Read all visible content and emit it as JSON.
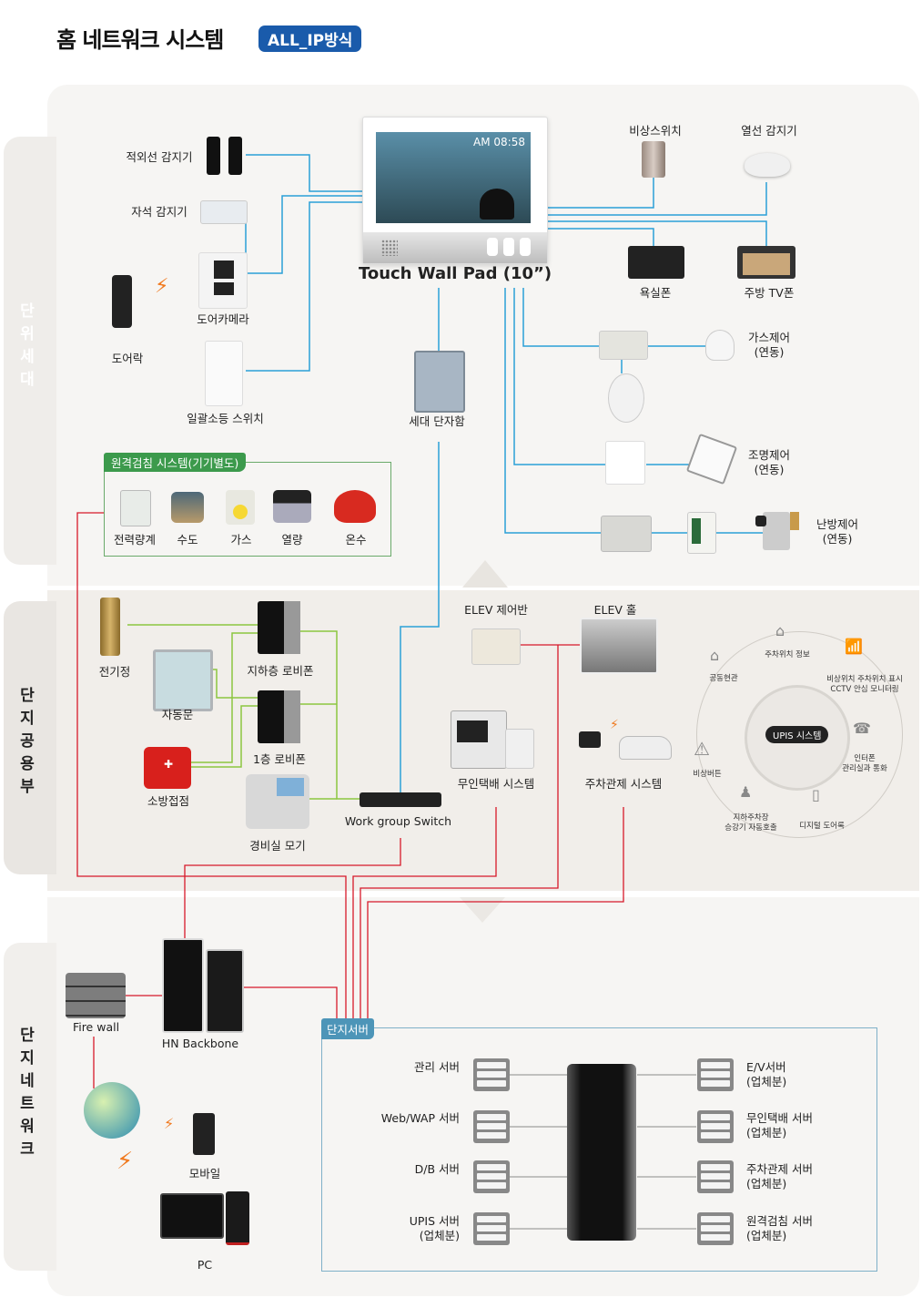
{
  "header": {
    "title": "홈 네트워크 시스템",
    "badge": "ALL_IP방식"
  },
  "sections": {
    "unit": "단위세대",
    "common": "단지공용부",
    "network": "단지네트워크"
  },
  "unit": {
    "wallpad_label": "Touch Wall Pad (10”)",
    "wallpad_clock": "AM 08:58",
    "devices_left": [
      {
        "label": "적외선 감지기"
      },
      {
        "label": "자석 감지기"
      },
      {
        "label": "도어카메라"
      },
      {
        "label": "도어락"
      },
      {
        "label": "일괄소등 스위치"
      }
    ],
    "devices_right": [
      {
        "label": "비상스위치"
      },
      {
        "label": "열선 감지기"
      },
      {
        "label": "욕실폰"
      },
      {
        "label": "주방 TV폰"
      }
    ],
    "controls": [
      {
        "label": "가스제어",
        "sub": "(연동)"
      },
      {
        "label": "조명제어",
        "sub": "(연동)"
      },
      {
        "label": "난방제어",
        "sub": "(연동)"
      }
    ],
    "cabinet_label": "세대 단자함",
    "metering": {
      "title": "원격검침 시스템(기기별도)",
      "items": [
        "전력량계",
        "수도",
        "가스",
        "열량",
        "온수"
      ]
    }
  },
  "common": {
    "left": [
      {
        "label": "전기정"
      },
      {
        "label": "자동문"
      },
      {
        "label": "소방접점"
      },
      {
        "label": "지하층 로비폰"
      },
      {
        "label": "1층 로비폰"
      },
      {
        "label": "경비실 모기"
      },
      {
        "label": "Work group Switch"
      }
    ],
    "center": [
      {
        "label": "ELEV 제어반"
      },
      {
        "label": "ELEV 홀"
      },
      {
        "label": "무인택배 시스템"
      },
      {
        "label": "주차관제 시스템"
      }
    ],
    "upis": {
      "center": "UPIS 시스템",
      "items": [
        "주차위치 정보",
        "비상위치 주차위치 표시\nCCTV 안심 모니터링",
        "인터폰\n관리실과 통화",
        "디지털 도어록",
        "지하주차장\n승강기 자동호출",
        "비상버튼",
        "공동현관"
      ]
    }
  },
  "network": {
    "firewall": "Fire wall",
    "backbone": "HN Backbone",
    "mobile": "모바일",
    "pc": "PC",
    "server_group": "단지서버",
    "servers_left": [
      {
        "label": "관리 서버"
      },
      {
        "label": "Web/WAP 서버"
      },
      {
        "label": "D/B 서버"
      },
      {
        "label": "UPIS 서버\n(업체분)"
      }
    ],
    "servers_right": [
      {
        "label": "E/V서버\n(업체분)"
      },
      {
        "label": "무인택배 서버\n(업체분)"
      },
      {
        "label": "주차관제 서버\n(업체분)"
      },
      {
        "label": "원격검침 서버\n(업체분)"
      }
    ]
  },
  "colors": {
    "badge": "#1a5bab",
    "unit_wire": "#2aa0d8",
    "common_wire": "#8cc63f",
    "network_wire": "#d7192a",
    "server_tag": "#4d95b8",
    "metering_tag": "#3c9a4c"
  }
}
